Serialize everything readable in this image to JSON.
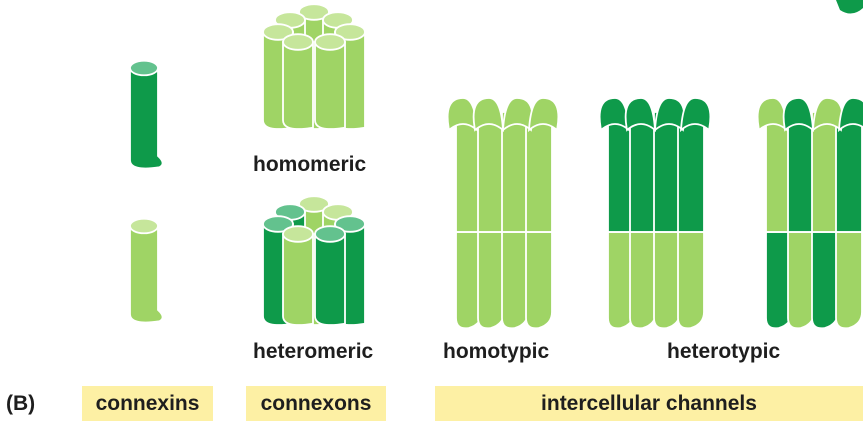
{
  "panel_letter": "(B)",
  "labels": {
    "homomeric": "homomeric",
    "heteromeric": "heteromeric",
    "homotypic": "homotypic",
    "heterotypic": "heterotypic"
  },
  "category_bands": {
    "connexins": "connexins",
    "connexons": "connexons",
    "intercellular_channels": "intercellular channels"
  },
  "colors": {
    "light_green": "#9fd465",
    "light_green_cap": "#c6e69b",
    "dark_green": "#0e9a4a",
    "dark_green_cap": "#63c28e",
    "band_fill": "#fdf0a4",
    "text": "#1e1e1e"
  }
}
